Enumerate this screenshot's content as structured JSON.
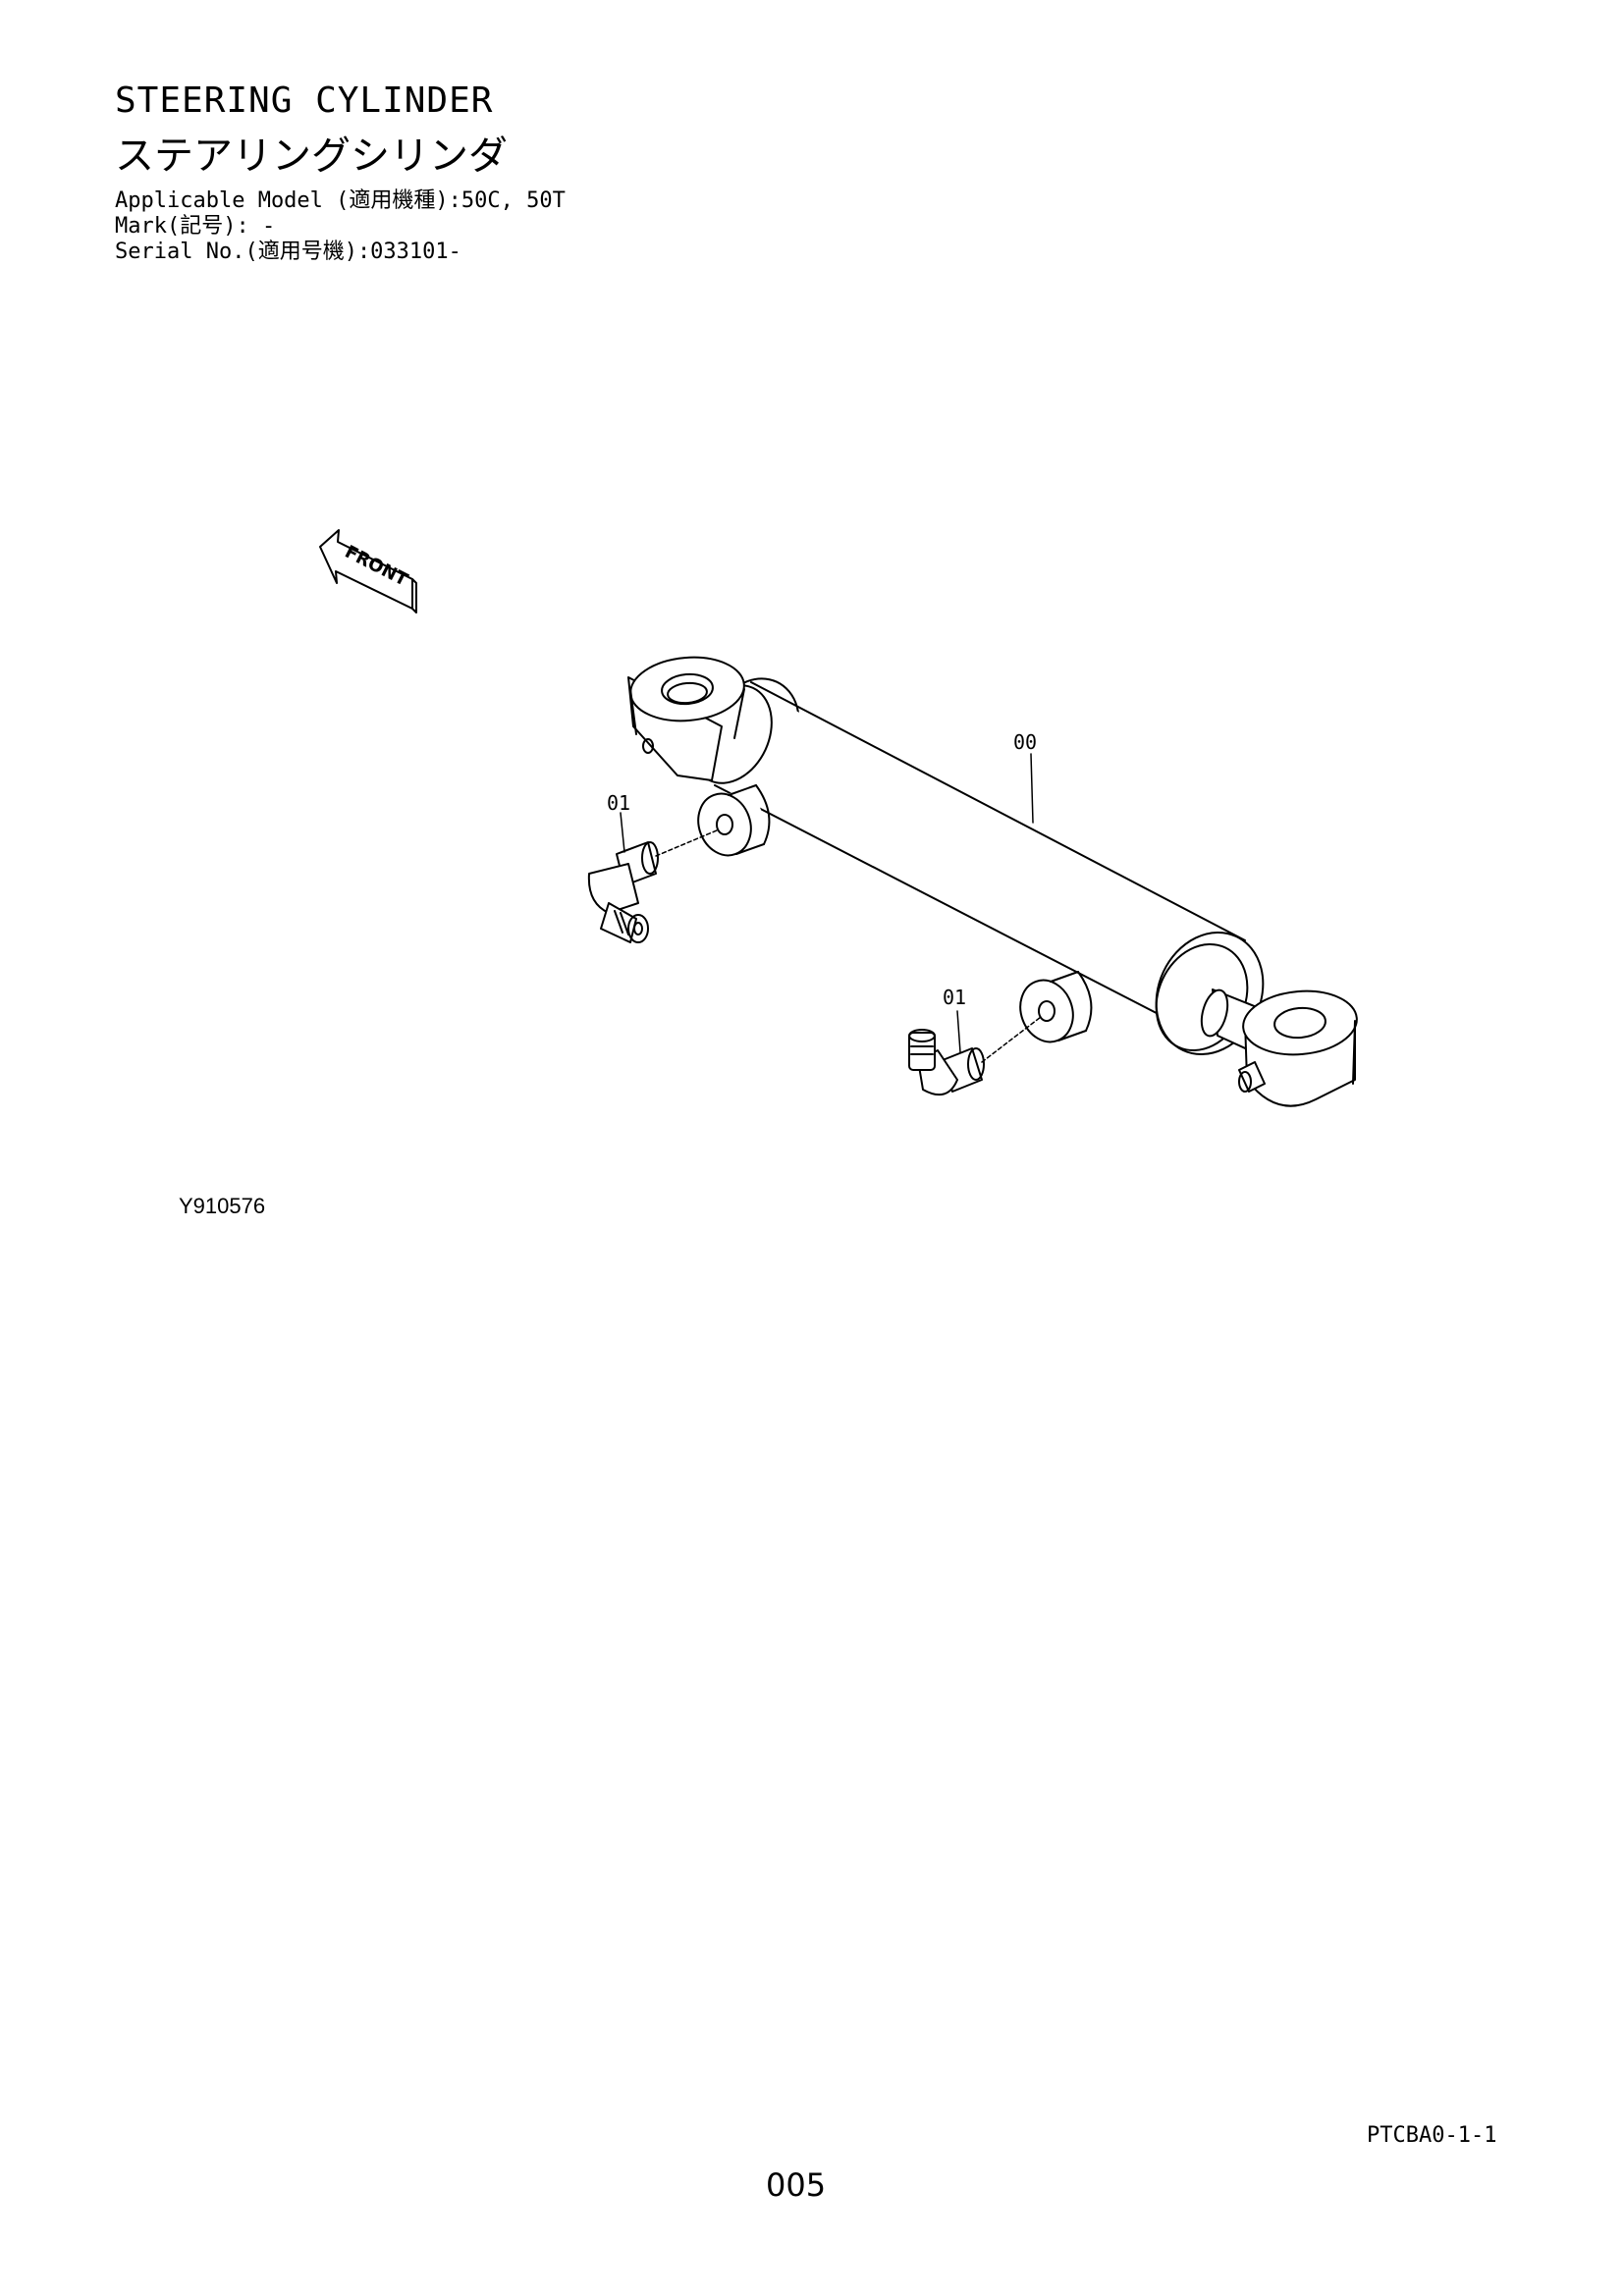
{
  "header": {
    "title_en": "STEERING CYLINDER",
    "title_ja": "ステアリングシリンダ",
    "model_line": "Applicable Model (適用機種):50C, 50T",
    "mark_line": "Mark(記号): -",
    "serial_line": "Serial No.(適用号機):033101-"
  },
  "diagram": {
    "front_label": "FRONT",
    "callouts": [
      {
        "id": "callout-00",
        "text": "00"
      },
      {
        "id": "callout-01-upper",
        "text": "01"
      },
      {
        "id": "callout-01-lower",
        "text": "01"
      }
    ],
    "image_code": "Y910576"
  },
  "footer": {
    "page_code": "PTCBA0-1-1",
    "page_number": "005"
  }
}
